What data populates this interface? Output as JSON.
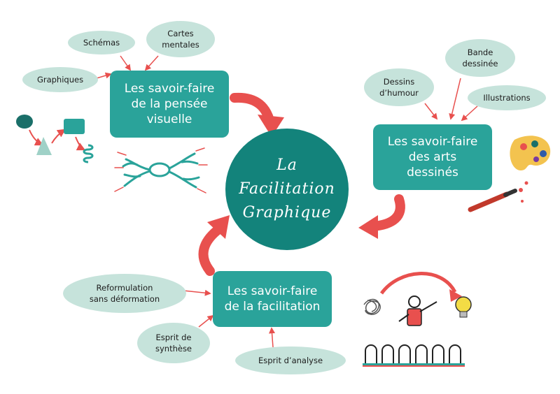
{
  "center": {
    "lines": [
      "La",
      "Facilitation",
      "Graphique"
    ]
  },
  "branches": {
    "visual_thinking": {
      "lines": [
        "Les savoir-faire",
        "de la pensée",
        "visuelle"
      ]
    },
    "drawn_arts": {
      "lines": [
        "Les savoir-faire",
        "des arts",
        "dessinés"
      ]
    },
    "facilitation": {
      "lines": [
        "Les savoir-faire",
        "de la facilitation"
      ]
    }
  },
  "leaves": {
    "schemas": {
      "lines": [
        "Schémas"
      ]
    },
    "cartes_mentales": {
      "lines": [
        "Cartes",
        "mentales"
      ]
    },
    "graphiques": {
      "lines": [
        "Graphiques"
      ]
    },
    "bande_dessinee": {
      "lines": [
        "Bande",
        "dessinée"
      ]
    },
    "dessins_humour": {
      "lines": [
        "Dessins",
        "d’humour"
      ]
    },
    "illustrations": {
      "lines": [
        "Illustrations"
      ]
    },
    "reformulation": {
      "lines": [
        "Reformulation",
        "sans déformation"
      ]
    },
    "esprit_synthese": {
      "lines": [
        "Esprit de",
        "synthèse"
      ]
    },
    "esprit_analyse": {
      "lines": [
        "Esprit d’analyse"
      ]
    }
  },
  "colors": {
    "teal": "#2aa39a",
    "dark_teal": "#13837b",
    "leaf": "#c6e3db",
    "arrow_red": "#e8504e"
  }
}
